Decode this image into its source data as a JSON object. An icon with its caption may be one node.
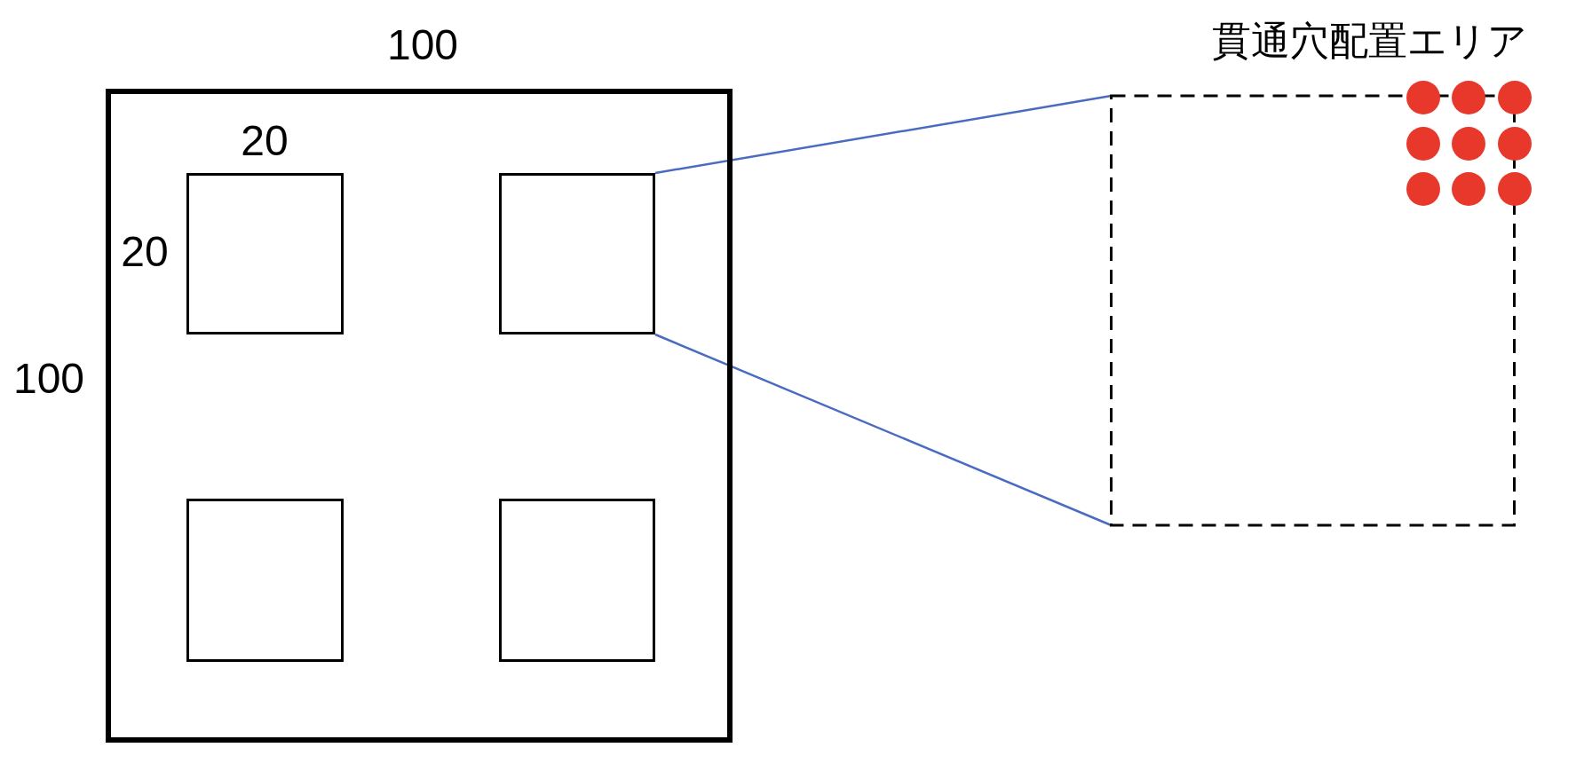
{
  "diagram": {
    "nodes": [
      {
        "text": [],
        "shape": "box"
      },
      {
        "text": [],
        "shape": "box",
        "in": 0
      },
      {
        "text": [],
        "shape": "box",
        "in": 0
      },
      {
        "text": [],
        "shape": "box",
        "in": 0
      },
      {
        "text": [],
        "shape": "box",
        "in": 0
      },
      {
        "text": [
          "貫通穴配置エリア"
        ]
      }
    ],
    "edges": [
      {
        "from": 2,
        "to": 5,
        "arrow": "none",
        "color": "#4a6cc0"
      },
      {
        "from": 2,
        "to": 5,
        "arrow": "none",
        "color": "#4a6cc0"
      }
    ],
    "labels": [
      "100",
      "20",
      "20",
      "100"
    ]
  }
}
